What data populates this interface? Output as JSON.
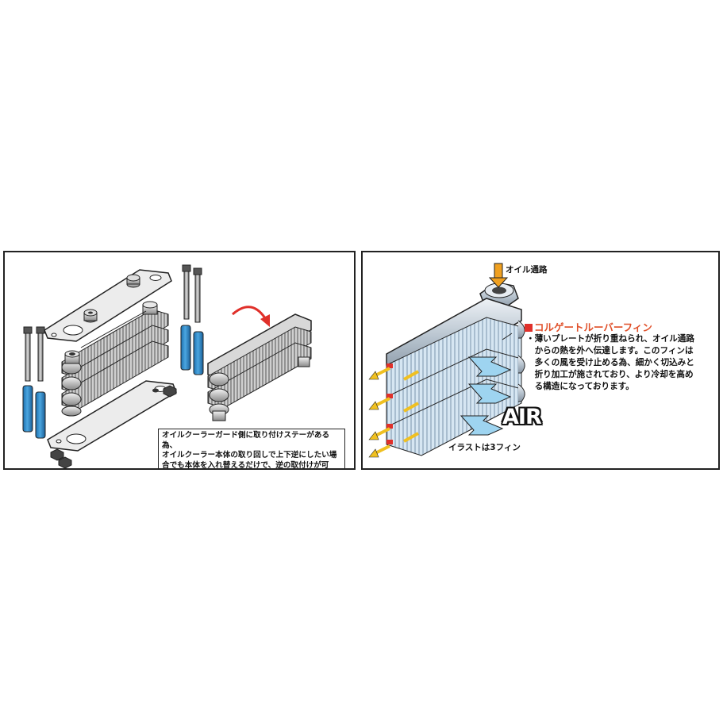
{
  "left": {
    "note": "オイルクーラーガード側に取り付けステーがある為、\nオイルクーラー本体の取り回しで上下逆にしたい場\n合でも本体を入れ替えるだけで、逆の取付けが可能。"
  },
  "right": {
    "oil_passage_label": "オイル通路",
    "fin_title": "コルゲートルーバーフィン",
    "fin_description": "・薄いプレートが折り重ねられ、オイル通路\n　からの熱を外へ伝達します。このフィンは\n　多くの風を受け止める為、細かく切込みと\n　折り加工が施されており、より冷却を高め\n　る構造になっております。",
    "air_label": "AIR",
    "fin_count_note": "イラストは3フィン"
  },
  "colors": {
    "arrow_red": "#e0302a",
    "title_orange": "#e0502a",
    "spacer_blue": "#2e86c8",
    "air_arrow": "#9ed4f0",
    "oil_arrow": "#f0a020",
    "flow_arrow": "#f0c020"
  }
}
